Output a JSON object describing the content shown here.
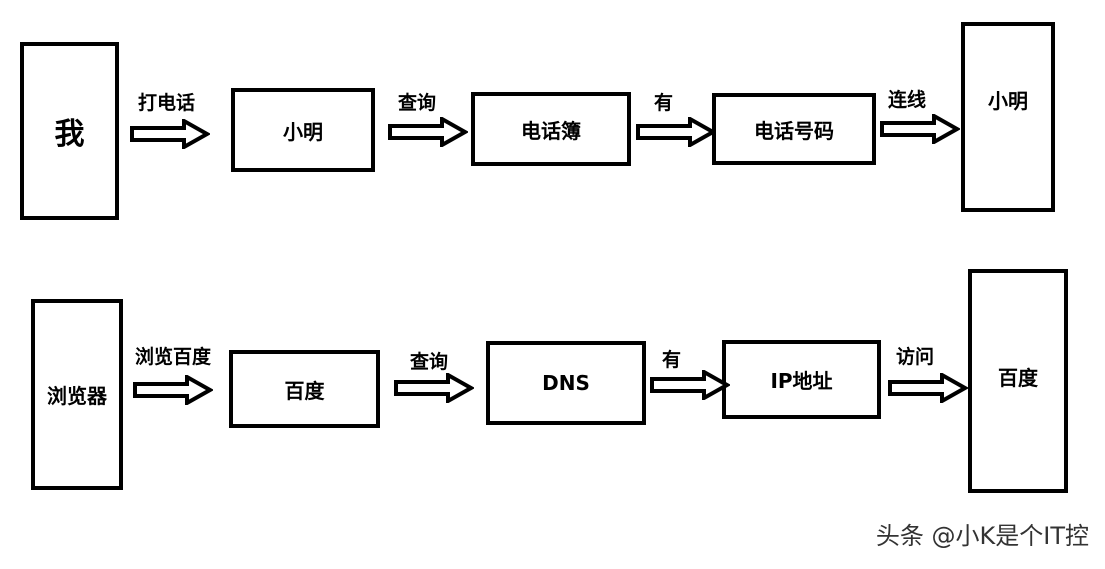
{
  "rows": [
    {
      "nodes": [
        "我",
        "小明",
        "电话簿",
        "电话号码",
        "小明"
      ],
      "edges": [
        "打电话",
        "查询",
        "有",
        "连线"
      ]
    },
    {
      "nodes": [
        "浏览器",
        "百度",
        "DNS",
        "IP地址",
        "百度"
      ],
      "edges": [
        "浏览百度",
        "查询",
        "有",
        "访问"
      ]
    }
  ],
  "watermark": "头条 @小K是个IT控"
}
